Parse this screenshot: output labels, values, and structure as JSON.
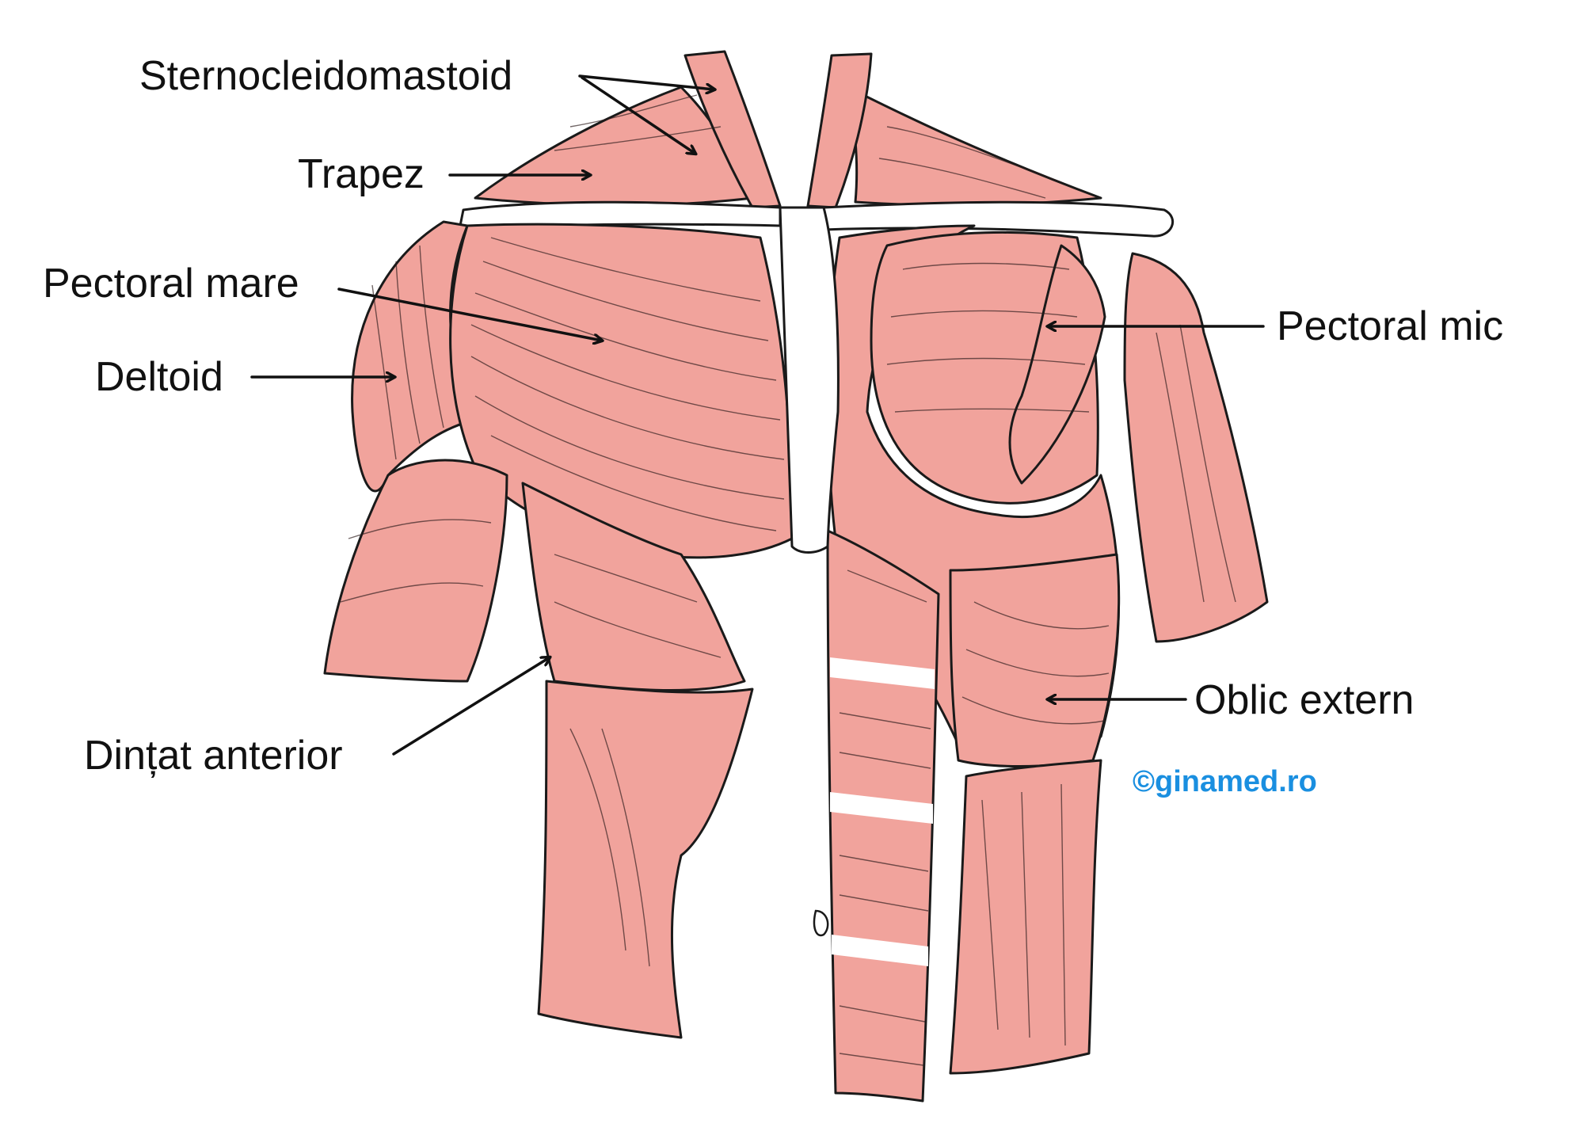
{
  "labels": {
    "sternocleidomastoid": "Sternocleidomastoid",
    "trapez": "Trapez",
    "pectoral_mare": "Pectoral mare",
    "deltoid": "Deltoid",
    "dintat_anterior": "Dințat anterior",
    "pectoral_mic": "Pectoral mic",
    "oblic_extern": "Oblic extern"
  },
  "watermark": "©ginamed.ro",
  "colors": {
    "muscle": "#f1a39c",
    "outline": "#1a1a1a",
    "tendon": "#ffffff",
    "text": "#111111",
    "watermark": "#1a8fe0"
  }
}
